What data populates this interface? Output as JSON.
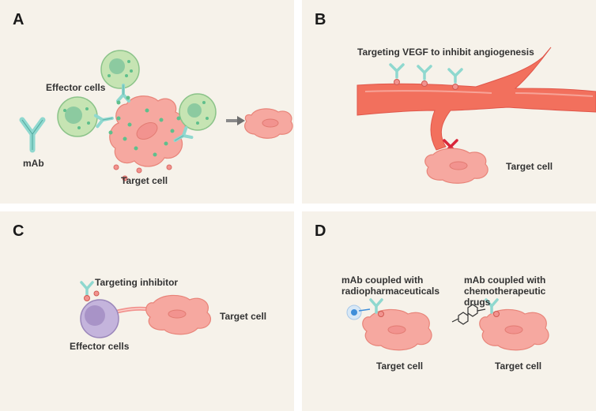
{
  "colors": {
    "panel_background": "#f6f2ea",
    "effector_green": "#bfe0ad",
    "effector_dark_green": "#8ccaa0",
    "antibody_teal": "#8fd8cf",
    "target_cell_pink": "#f6a8a0",
    "target_nucleus": "#f2938f",
    "vessel_red": "#f2705d",
    "effector_purple": "#b9a5d1",
    "red_x": "#d9263a",
    "radio_blue": "#3f8ed9"
  },
  "panels": {
    "a": {
      "letter": "A",
      "effector_label": "Effector cells",
      "mab_label": "mAb",
      "target_label": "Target cell"
    },
    "b": {
      "letter": "B",
      "vegf_label": "Targeting VEGF to inhibit angiogenesis",
      "target_label": "Target cell"
    },
    "c": {
      "letter": "C",
      "inhibitor_label": "Targeting inhibitor",
      "effector_label": "Effector cells",
      "target_label": "Target cell"
    },
    "d": {
      "letter": "D",
      "radio_label": "mAb coupled with radiopharmaceuticals",
      "chemo_label": "mAb coupled with chemotherapeutic drugs",
      "target_label_left": "Target cell",
      "target_label_right": "Target cell"
    }
  }
}
